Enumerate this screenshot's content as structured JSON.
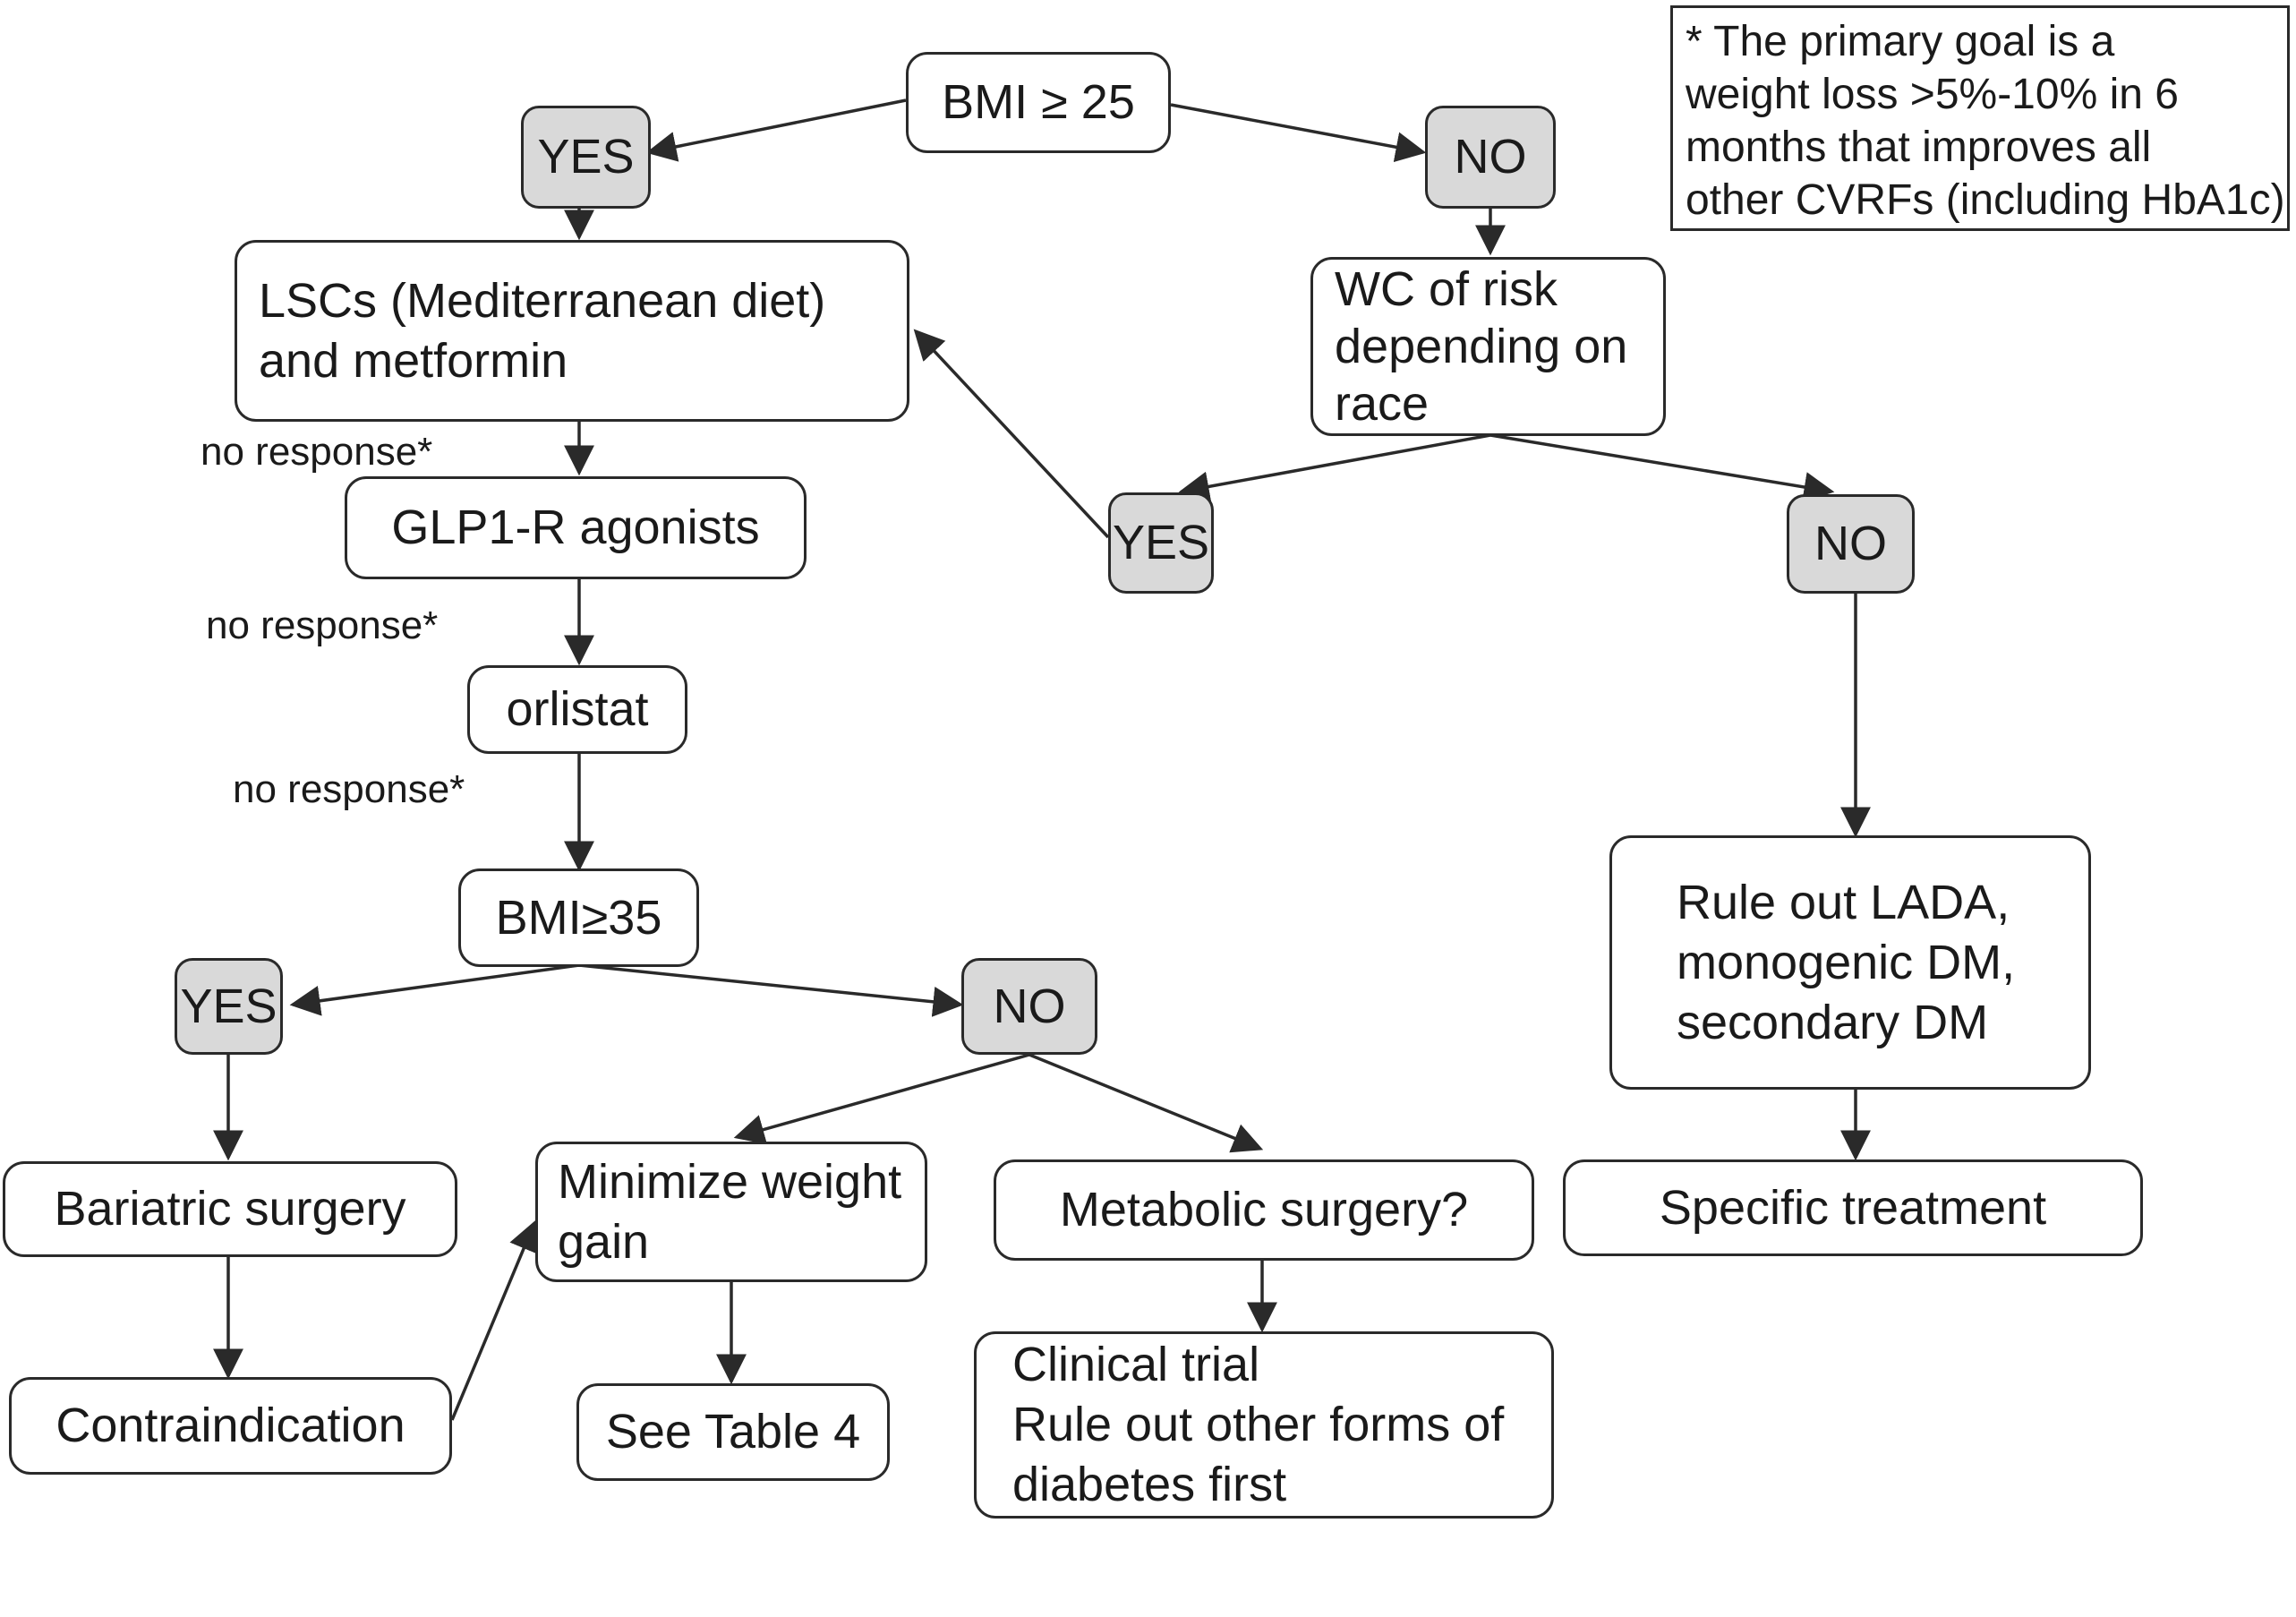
{
  "nodes": {
    "bmi25": "BMI ≥ 25",
    "yes1": "YES",
    "no1": "NO",
    "lscs": [
      "LSCs (Mediterranean diet)",
      "and metformin"
    ],
    "wc": [
      "WC of risk",
      "depending on",
      "race"
    ],
    "yes2": "YES",
    "no2": "NO",
    "glp1": "GLP1-R agonists",
    "orlistat": "orlistat",
    "bmi35": "BMI≥35",
    "yes3": "YES",
    "no3": "NO",
    "bariatric": "Bariatric surgery",
    "minimize": [
      "Minimize weight",
      "gain"
    ],
    "metabolic": "Metabolic surgery?",
    "contra": "Contraindication",
    "table4": "See Table 4",
    "clinical": [
      "Clinical trial",
      "Rule out other forms of",
      "diabetes first"
    ],
    "ruleout": [
      "Rule out LADA,",
      "monogenic DM,",
      "secondary DM"
    ],
    "specific": "Specific treatment"
  },
  "edge_labels": {
    "nr1": "no response*",
    "nr2": "no response*",
    "nr3": "no response*"
  },
  "note": [
    "* The primary goal is a",
    "weight loss >5%-10% in 6",
    "months that improves all",
    "other CVRFs (including HbA1c)"
  ]
}
